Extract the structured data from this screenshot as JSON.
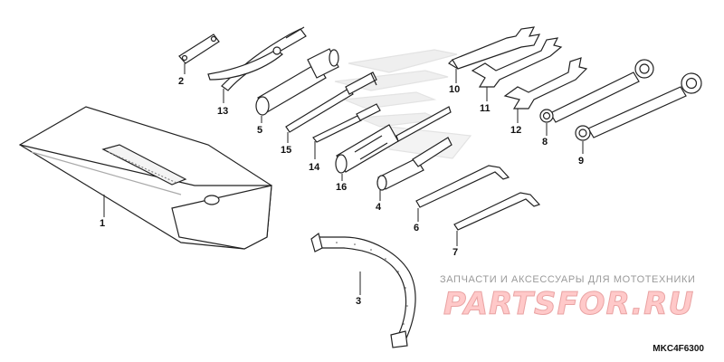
{
  "diagram": {
    "parts": [
      {
        "ref": "1"
      },
      {
        "ref": "2"
      },
      {
        "ref": "3"
      },
      {
        "ref": "4"
      },
      {
        "ref": "5"
      },
      {
        "ref": "6"
      },
      {
        "ref": "7"
      },
      {
        "ref": "8"
      },
      {
        "ref": "9"
      },
      {
        "ref": "10"
      },
      {
        "ref": "11"
      },
      {
        "ref": "12"
      },
      {
        "ref": "13"
      },
      {
        "ref": "14"
      },
      {
        "ref": "15"
      },
      {
        "ref": "16"
      }
    ]
  },
  "watermark": {
    "caption": "ЗАПЧАСТИ И АКСЕССУАРЫ ДЛЯ МОТОТЕХНИКИ",
    "logo": "PARTSFOR.RU",
    "logo_color": "#ffc9c9"
  },
  "drawing_code": "MKC4F6300"
}
